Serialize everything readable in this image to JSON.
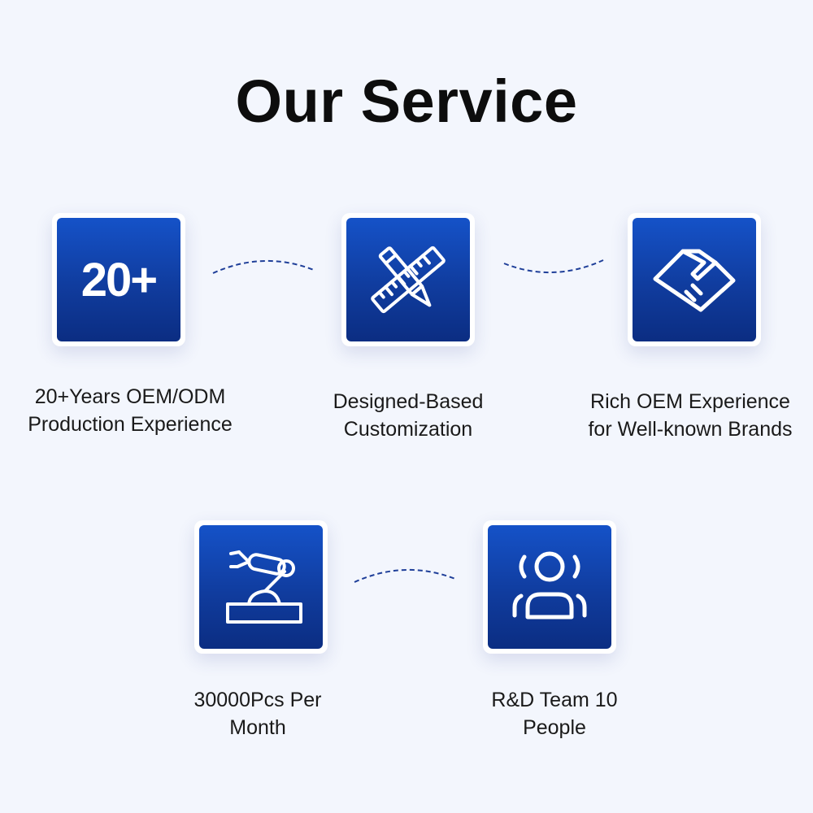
{
  "title": "Our Service",
  "colors": {
    "background": "#f3f6fd",
    "tile_top": "#1552c8",
    "tile_bottom": "#0b2d82",
    "connector": "#1f3f99"
  },
  "services": [
    {
      "icon": "number-20-plus-icon",
      "icon_text": "20+",
      "caption_line1": "20+Years OEM/ODM",
      "caption_line2": "Production Experience"
    },
    {
      "icon": "pencil-ruler-icon",
      "caption_line1": "Designed-Based",
      "caption_line2": "Customization"
    },
    {
      "icon": "handshake-icon",
      "caption_line1": "Rich OEM Experience",
      "caption_line2": "for Well-known Brands"
    },
    {
      "icon": "robot-arm-icon",
      "caption_line1": "30000Pcs Per",
      "caption_line2": "Month"
    },
    {
      "icon": "team-person-icon",
      "caption_line1": "R&D Team 10",
      "caption_line2": "People"
    }
  ]
}
